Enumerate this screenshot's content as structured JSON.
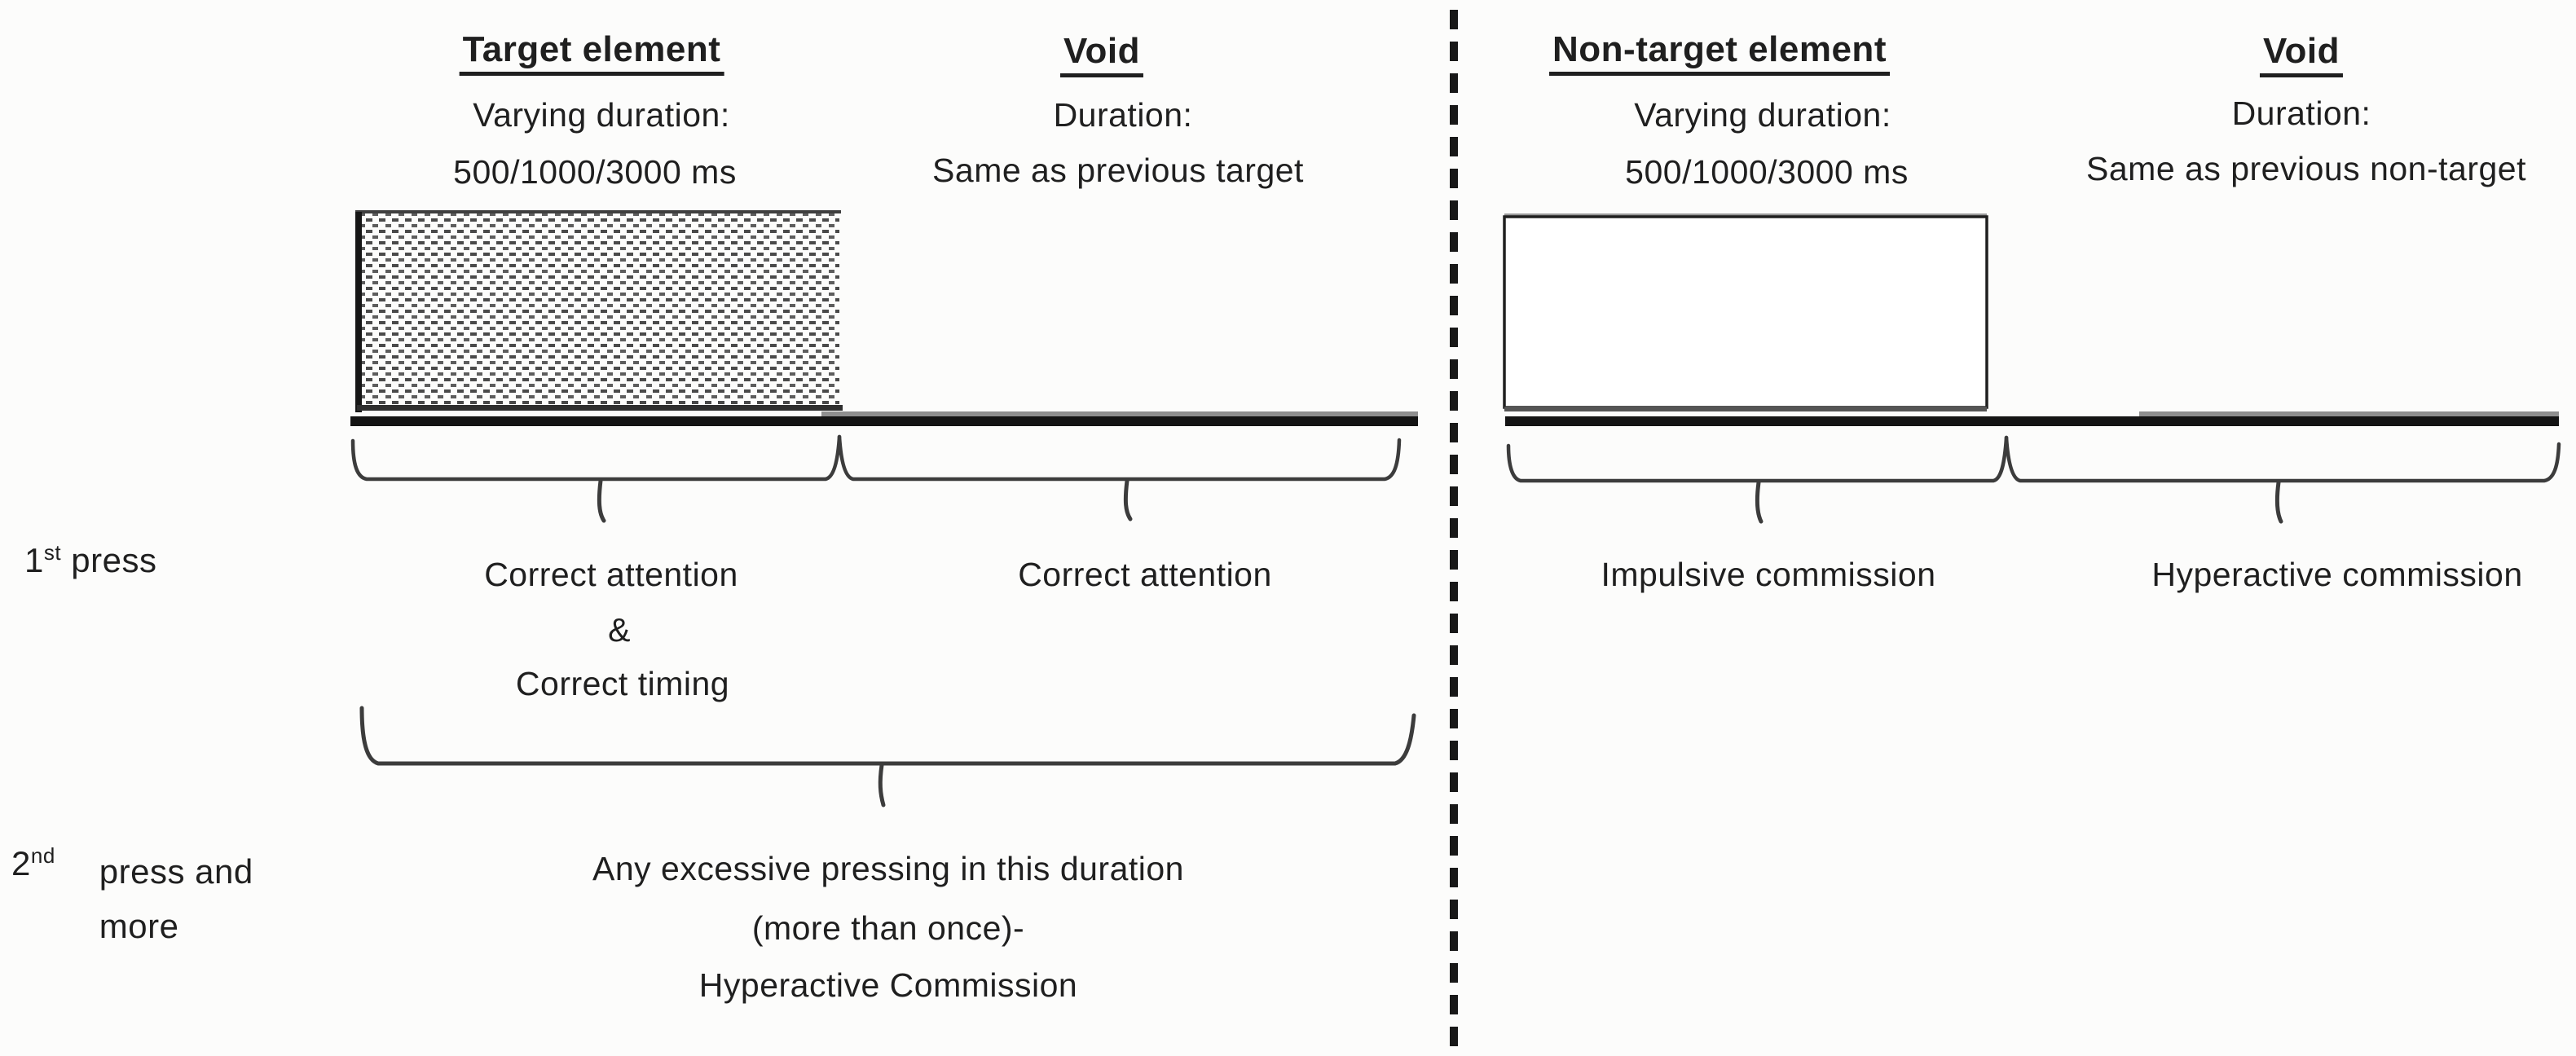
{
  "colors": {
    "ink": "#1f1f1f",
    "line_dark": "#141414",
    "line_gray": "#8f8f8f",
    "brace_gray": "#3c3c3c",
    "pattern_dash": "#4a4a4a",
    "background": "#fcfcfb"
  },
  "left": {
    "stimulus": {
      "title": "Target element",
      "duration_label": "Varying duration:",
      "duration_value": "500/1000/3000  ms"
    },
    "void": {
      "title": "Void",
      "duration_label": "Duration:",
      "duration_value": "Same as previous target"
    },
    "press1": {
      "target_label_line1": "Correct attention",
      "target_label_amp": "&",
      "target_label_line2": "Correct timing",
      "void_label": "Correct attention"
    },
    "press2": {
      "line1": "Any excessive pressing in this duration",
      "line2": "(more than once)-",
      "line3": "Hyperactive Commission"
    }
  },
  "right": {
    "stimulus": {
      "title": "Non-target element",
      "duration_label": "Varying duration:",
      "duration_value": "500/1000/3000  ms"
    },
    "void": {
      "title": "Void",
      "duration_label": "Duration:",
      "duration_value": "Same as previous non-target"
    },
    "press1": {
      "target_label": "Impulsive commission",
      "void_label": "Hyperactive commission"
    }
  },
  "rows": {
    "first": {
      "num": "1",
      "suffix": "st",
      "word": "press"
    },
    "second": {
      "num": "2",
      "suffix": "nd",
      "line1": "press and",
      "line2": "more"
    }
  }
}
